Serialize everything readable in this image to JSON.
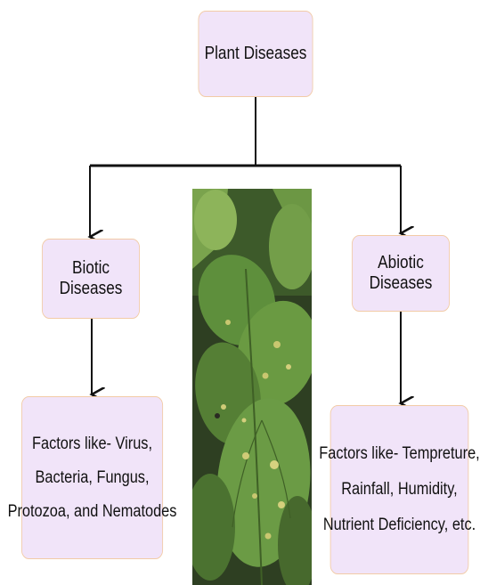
{
  "root": {
    "label": "Plant Diseases"
  },
  "biotic": {
    "label": "Biotic Diseases",
    "factors": [
      "Factors like- Virus,",
      "Bacteria, Fungus,",
      "Protozoa, and Nematodes"
    ]
  },
  "abiotic": {
    "label": "Abiotic Diseases",
    "factors": [
      "Factors like- Tempreture,",
      "Rainfall, Humidity,",
      "Nutrient Deficiency, etc."
    ]
  },
  "colors": {
    "box_fill": "#f1e4f9",
    "box_border": "#f2cba6",
    "connector": "#111111",
    "leaf_green": "#5e8f3c",
    "leaf_yellow": "#c9c770"
  },
  "image": {
    "subject": "leaf-photo"
  }
}
